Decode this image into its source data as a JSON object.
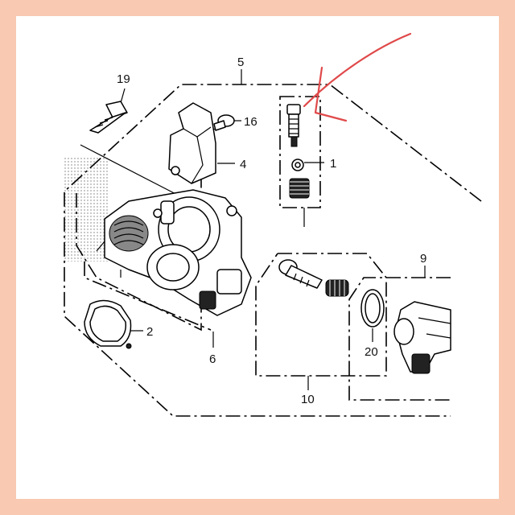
{
  "diagram": {
    "labels": {
      "part_1": "1",
      "part_2": "2",
      "part_4": "4",
      "part_5": "5",
      "part_6": "6",
      "part_9": "9",
      "part_10": "10",
      "part_16": "16",
      "part_19": "19",
      "part_20": "20"
    },
    "colors": {
      "border": "#f9c9b2",
      "background": "#ffffff",
      "line": "#000000",
      "annotation_arrow": "#e0494a"
    }
  }
}
